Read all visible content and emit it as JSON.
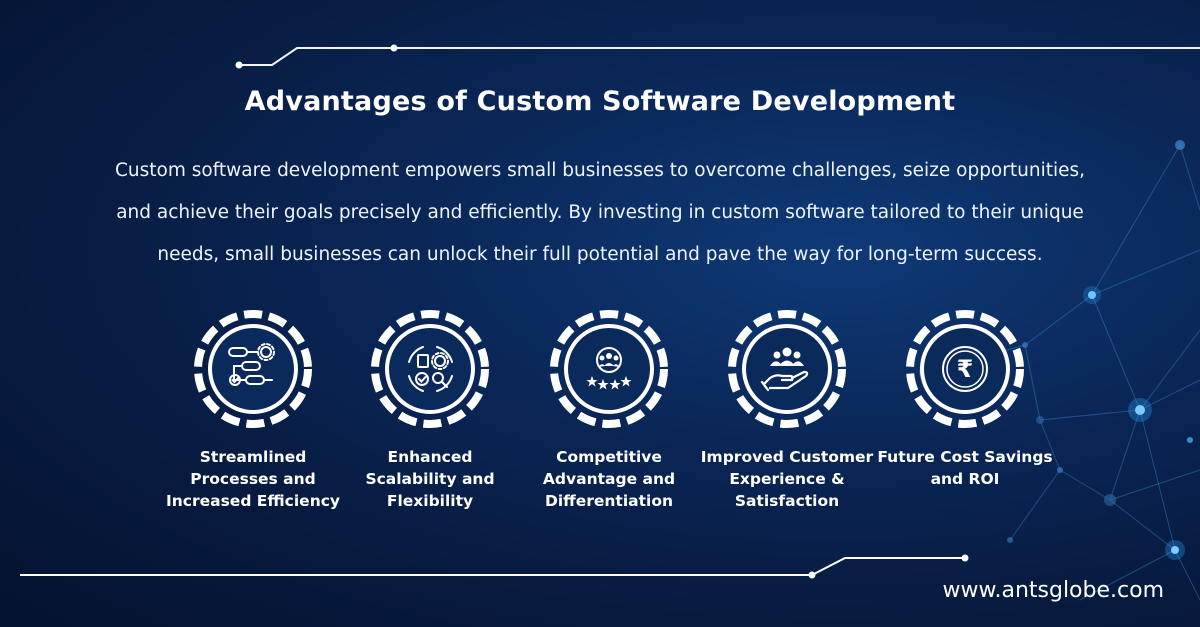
{
  "header": {
    "title": "Advantages of Custom Software Development"
  },
  "intro": {
    "text": "Custom software development empowers small businesses to overcome challenges, seize opportunities, and achieve their goals precisely and efficiently. By investing in custom software tailored to their unique needs, small businesses can unlock their full potential and pave the way for long-term success."
  },
  "features": [
    {
      "label": "Streamlined Processes and Increased Efficiency",
      "icon": "workflow-gear-icon"
    },
    {
      "label": "Enhanced Scalability and Flexibility",
      "icon": "scalability-cycle-icon"
    },
    {
      "label": "Competitive Advantage and Differentiation",
      "icon": "team-star-rating-icon"
    },
    {
      "label": "Improved Customer Experience  & Satisfaction",
      "icon": "customer-hand-icon"
    },
    {
      "label": "Future Cost Savings and ROI",
      "icon": "rupee-coin-icon"
    }
  ],
  "footer": {
    "website": "www.antsglobe.com"
  },
  "colors": {
    "background": "#071a3e",
    "accent_glow": "#2ea8ff",
    "text": "#ffffff"
  }
}
